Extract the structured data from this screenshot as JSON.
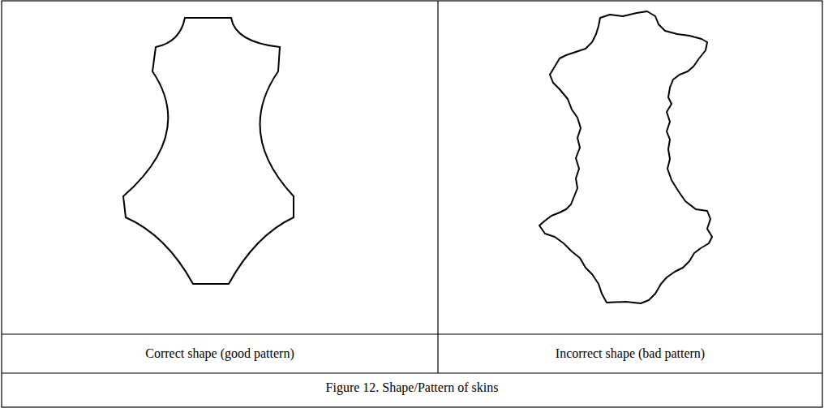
{
  "diagram": {
    "caption": "Figure 12. Shape/Pattern of skins",
    "labels": [
      "Correct shape (good pattern)",
      "Incorrect shape (bad pattern)"
    ]
  }
}
